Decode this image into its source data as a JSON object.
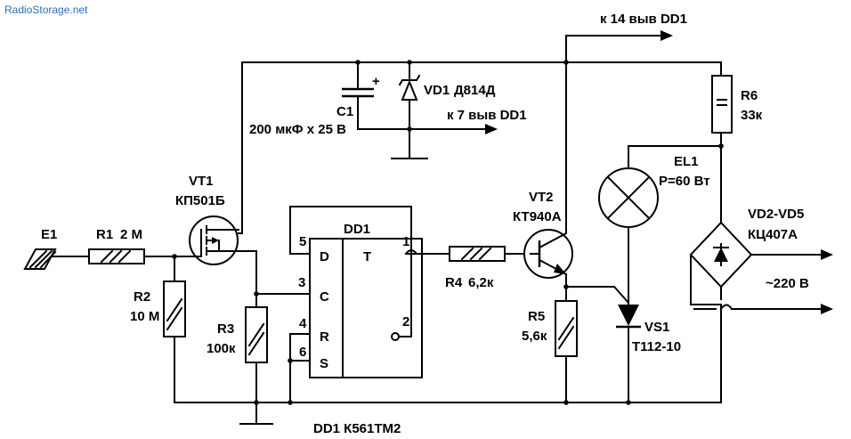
{
  "watermark": "RadioStorage.net",
  "nets": {
    "to_pin14": "к 14 выв DD1",
    "to_pin7": "к 7 выв DD1",
    "mains": "~220 В"
  },
  "components": {
    "e1": {
      "ref": "E1"
    },
    "r1": {
      "ref": "R1",
      "value": "2 М"
    },
    "r2": {
      "ref": "R2",
      "value": "10 М"
    },
    "r3": {
      "ref": "R3",
      "value": "100к"
    },
    "r4": {
      "ref": "R4",
      "value": "6,2к"
    },
    "r5": {
      "ref": "R5",
      "value": "5,6к"
    },
    "r6": {
      "ref": "R6",
      "value": "33к"
    },
    "vt1": {
      "ref": "VT1",
      "value": "КП501Б"
    },
    "vt2": {
      "ref": "VT2",
      "value": "КТ940А"
    },
    "c1": {
      "ref": "C1",
      "value": "200 мкФ х 25 В",
      "polarity": "+"
    },
    "vd1": {
      "ref": "VD1",
      "value": "Д814Д"
    },
    "vd2_vd5": {
      "ref": "VD2-VD5",
      "value": "КЦ407А"
    },
    "vs1": {
      "ref": "VS1",
      "value": "Т112-10"
    },
    "el1": {
      "ref": "EL1",
      "value": "Р=60 Вт"
    },
    "dd1": {
      "ref": "DD1",
      "type_label": "T",
      "pins": [
        "D",
        "C",
        "R",
        "S"
      ],
      "pin_numbers": {
        "d": "5",
        "c": "3",
        "r": "4",
        "s": "6",
        "q": "1",
        "nq": "2"
      }
    }
  },
  "footer": "DD1 К561ТМ2"
}
